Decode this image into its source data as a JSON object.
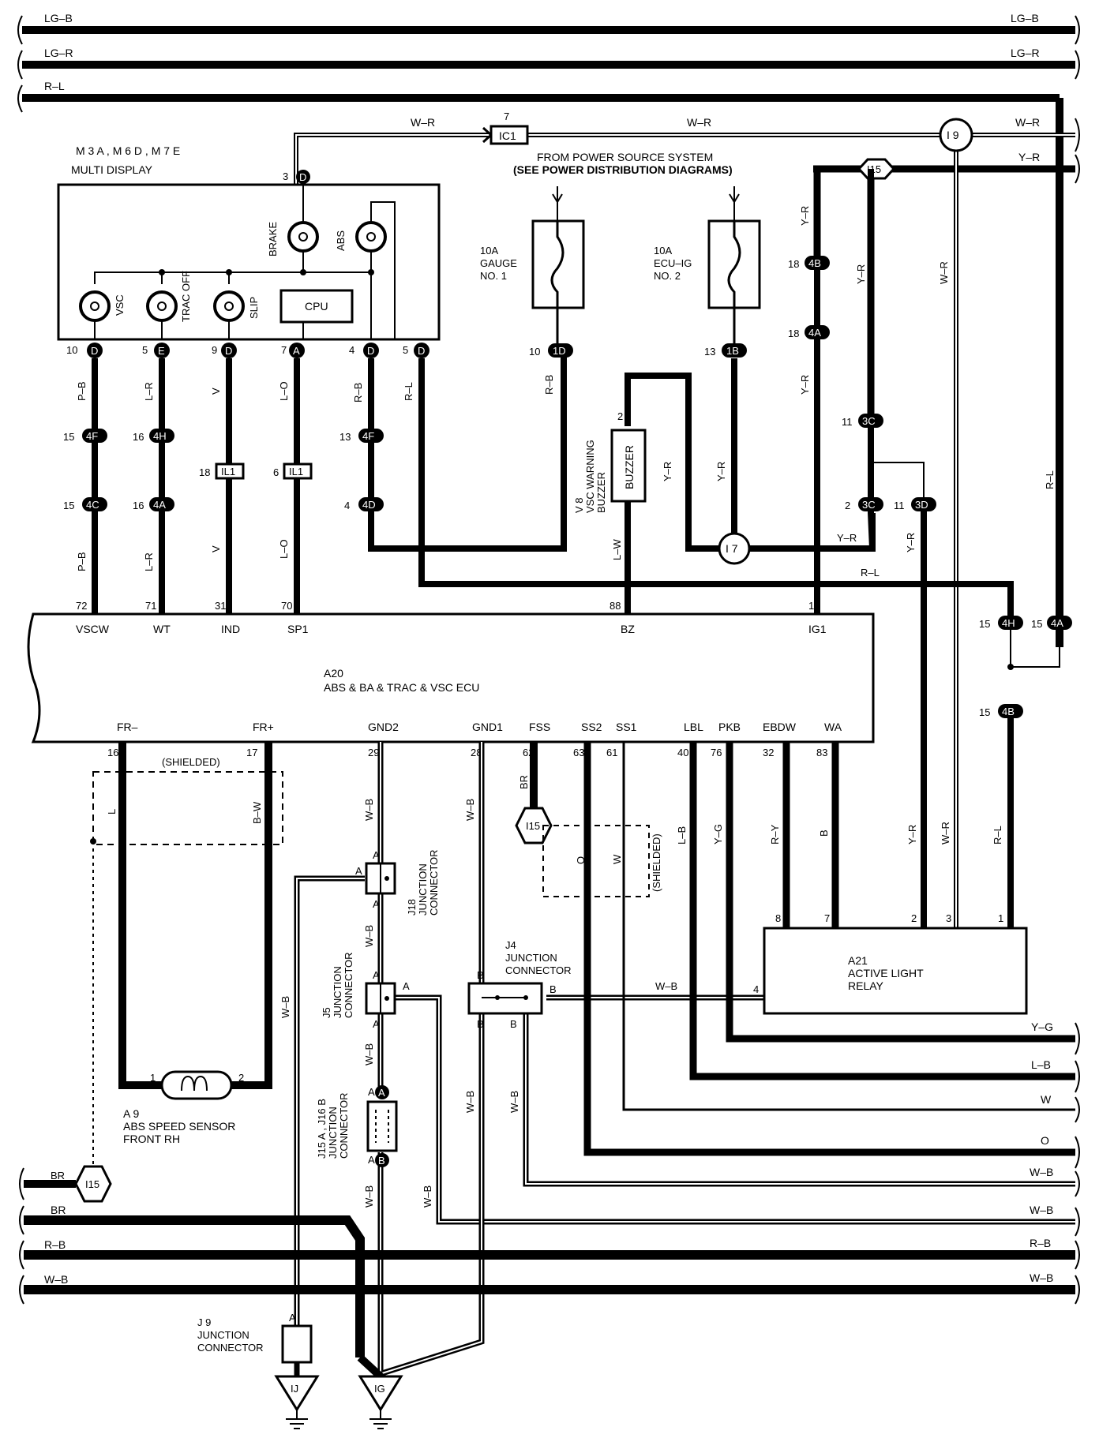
{
  "buses": {
    "lg_b": "LG–B",
    "lg_r": "LG–R",
    "r_l": "R–L",
    "y_g": "Y–G",
    "l_b": "L–B",
    "w": "W",
    "o": "O",
    "w_b": "W–B",
    "br": "BR",
    "r_b": "R–B"
  },
  "multi_display": {
    "variants": "M 3 A , M 6 D , M 7 E",
    "title": "MULTI DISPLAY",
    "brake": "BRAKE",
    "abs": "ABS",
    "vsc": "VSC",
    "trac_off": "TRAC OFF",
    "slip": "SLIP",
    "cpu": "CPU"
  },
  "power": {
    "line1": "FROM POWER SOURCE SYSTEM",
    "line2": "(SEE POWER DISTRIBUTION DIAGRAMS)",
    "fuse1": [
      "10A",
      "GAUGE",
      "NO. 1"
    ],
    "fuse2": [
      "10A",
      "ECU–IG",
      "NO. 2"
    ]
  },
  "connectors": {
    "ic1": "IC1",
    "i9": "I 9",
    "i15": "I15",
    "i7": "I 7",
    "il1": "IL1",
    "c4f": "4F",
    "c4h": "4H",
    "c4c": "4C",
    "c4a": "4A",
    "c4d": "4D",
    "c4b": "4B",
    "c1d": "1D",
    "c1b": "1B",
    "c3c": "3C",
    "c3d": "3D",
    "d": "D",
    "e": "E",
    "a": "A",
    "b": "B",
    "ij": "IJ",
    "ig": "IG"
  },
  "buzzer": {
    "name": "BUZZER",
    "label": [
      "V 8",
      "VSC WARNING",
      "BUZZER"
    ]
  },
  "ecu": {
    "id": "A20",
    "name": "ABS & BA & TRAC & VSC ECU",
    "top_pins": [
      "VSCW",
      "WT",
      "IND",
      "SP1",
      "BZ",
      "IG1"
    ],
    "bottom_pins": [
      "FR–",
      "FR+",
      "GND2",
      "GND1",
      "FSS",
      "SS2",
      "SS1",
      "LBL",
      "PKB",
      "EBDW",
      "WA"
    ]
  },
  "relay": {
    "id": "A21",
    "name": [
      "ACTIVE LIGHT",
      "RELAY"
    ]
  },
  "sensor": {
    "id": "A 9",
    "name": [
      "ABS SPEED SENSOR",
      "FRONT RH"
    ]
  },
  "junctions": {
    "j18": [
      "J18",
      "JUNCTION",
      "CONNECTOR"
    ],
    "j5": [
      "J5",
      "JUNCTION",
      "CONNECTOR"
    ],
    "j4": [
      "J4",
      "JUNCTION",
      "CONNECTOR"
    ],
    "j15": [
      "J15 A , J16 B",
      "JUNCTION",
      "CONNECTOR"
    ],
    "j9": [
      "J 9",
      "JUNCTION",
      "CONNECTOR"
    ]
  },
  "wire_colors": {
    "w_r": "W–R",
    "y_r": "Y–R",
    "p_b": "P–B",
    "l_r": "L–R",
    "v": "V",
    "l_o": "L–O",
    "r_b": "R–B",
    "r_l": "R–L",
    "l_w": "L–W",
    "b_w": "B–W",
    "w_b": "W–B",
    "br": "BR",
    "l_b": "L–B",
    "y_g": "Y–G",
    "r_y": "R–Y",
    "b": "B",
    "o": "O",
    "w": "W",
    "l": "L"
  },
  "shielded": "(SHIELDED)",
  "pin_numbers": {
    "p3": "3",
    "p7": "7",
    "p10": "10",
    "p5": "5",
    "p9": "9",
    "p4": "4",
    "p13": "13",
    "p15": "15",
    "p16": "16",
    "p18": "18",
    "p6": "6",
    "p2": "2",
    "p11": "11",
    "p72": "72",
    "p71": "71",
    "p31": "31",
    "p70": "70",
    "p88": "88",
    "p1": "1",
    "p8": "8",
    "p29": "29",
    "p28": "28",
    "p62": "62",
    "p63": "63",
    "p61": "61",
    "p40": "40",
    "p76": "76",
    "p32": "32",
    "p83": "83",
    "p17": "17"
  }
}
